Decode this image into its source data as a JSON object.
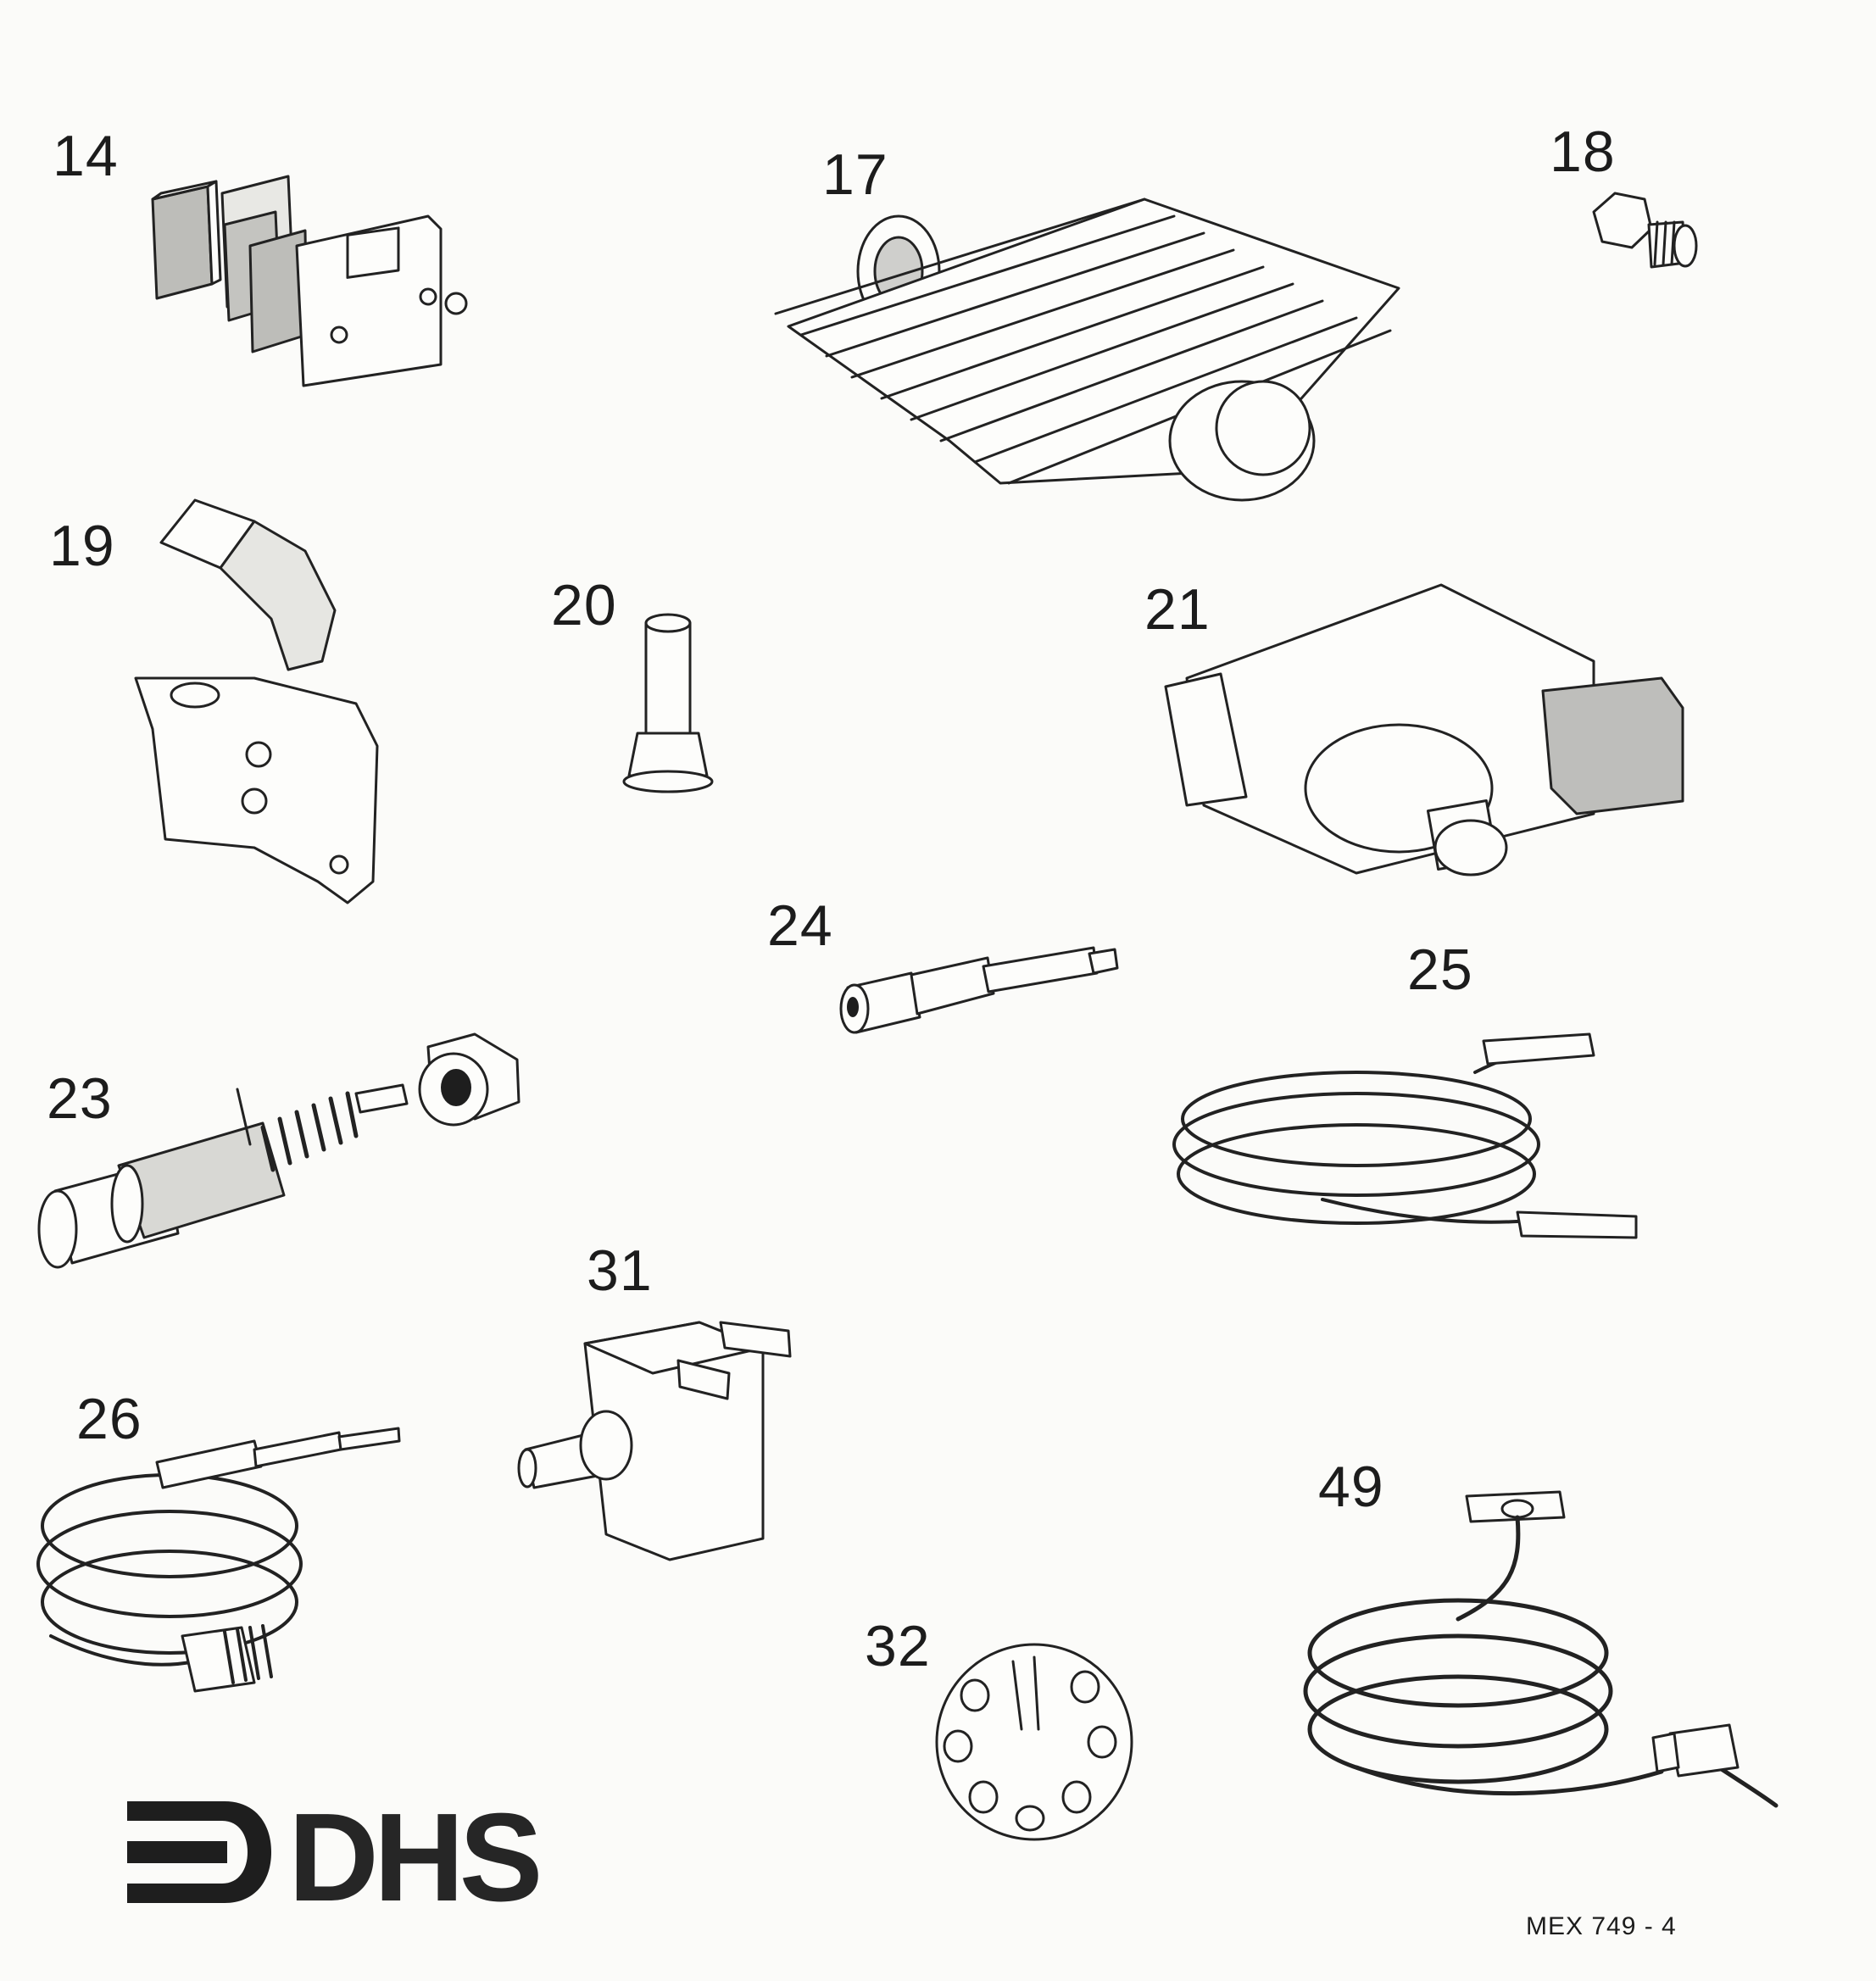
{
  "document": {
    "reference": "MEX 749 - 4",
    "logo_text": "DHS"
  },
  "parts": [
    {
      "id": "14",
      "icon": "burner-gasket-set-icon"
    },
    {
      "id": "17",
      "icon": "burner-assembly-icon"
    },
    {
      "id": "18",
      "icon": "injector-nut-icon"
    },
    {
      "id": "19",
      "icon": "pilot-bracket-icon"
    },
    {
      "id": "20",
      "icon": "injector-sleeve-icon"
    },
    {
      "id": "21",
      "icon": "gas-valve-icon"
    },
    {
      "id": "23",
      "icon": "piezo-igniter-icon"
    },
    {
      "id": "24",
      "icon": "spindle-icon"
    },
    {
      "id": "25",
      "icon": "ht-lead-icon"
    },
    {
      "id": "26",
      "icon": "thermocouple-icon"
    },
    {
      "id": "31",
      "icon": "thermostat-switch-icon"
    },
    {
      "id": "32",
      "icon": "control-knob-icon"
    },
    {
      "id": "49",
      "icon": "sensor-lead-icon"
    }
  ]
}
